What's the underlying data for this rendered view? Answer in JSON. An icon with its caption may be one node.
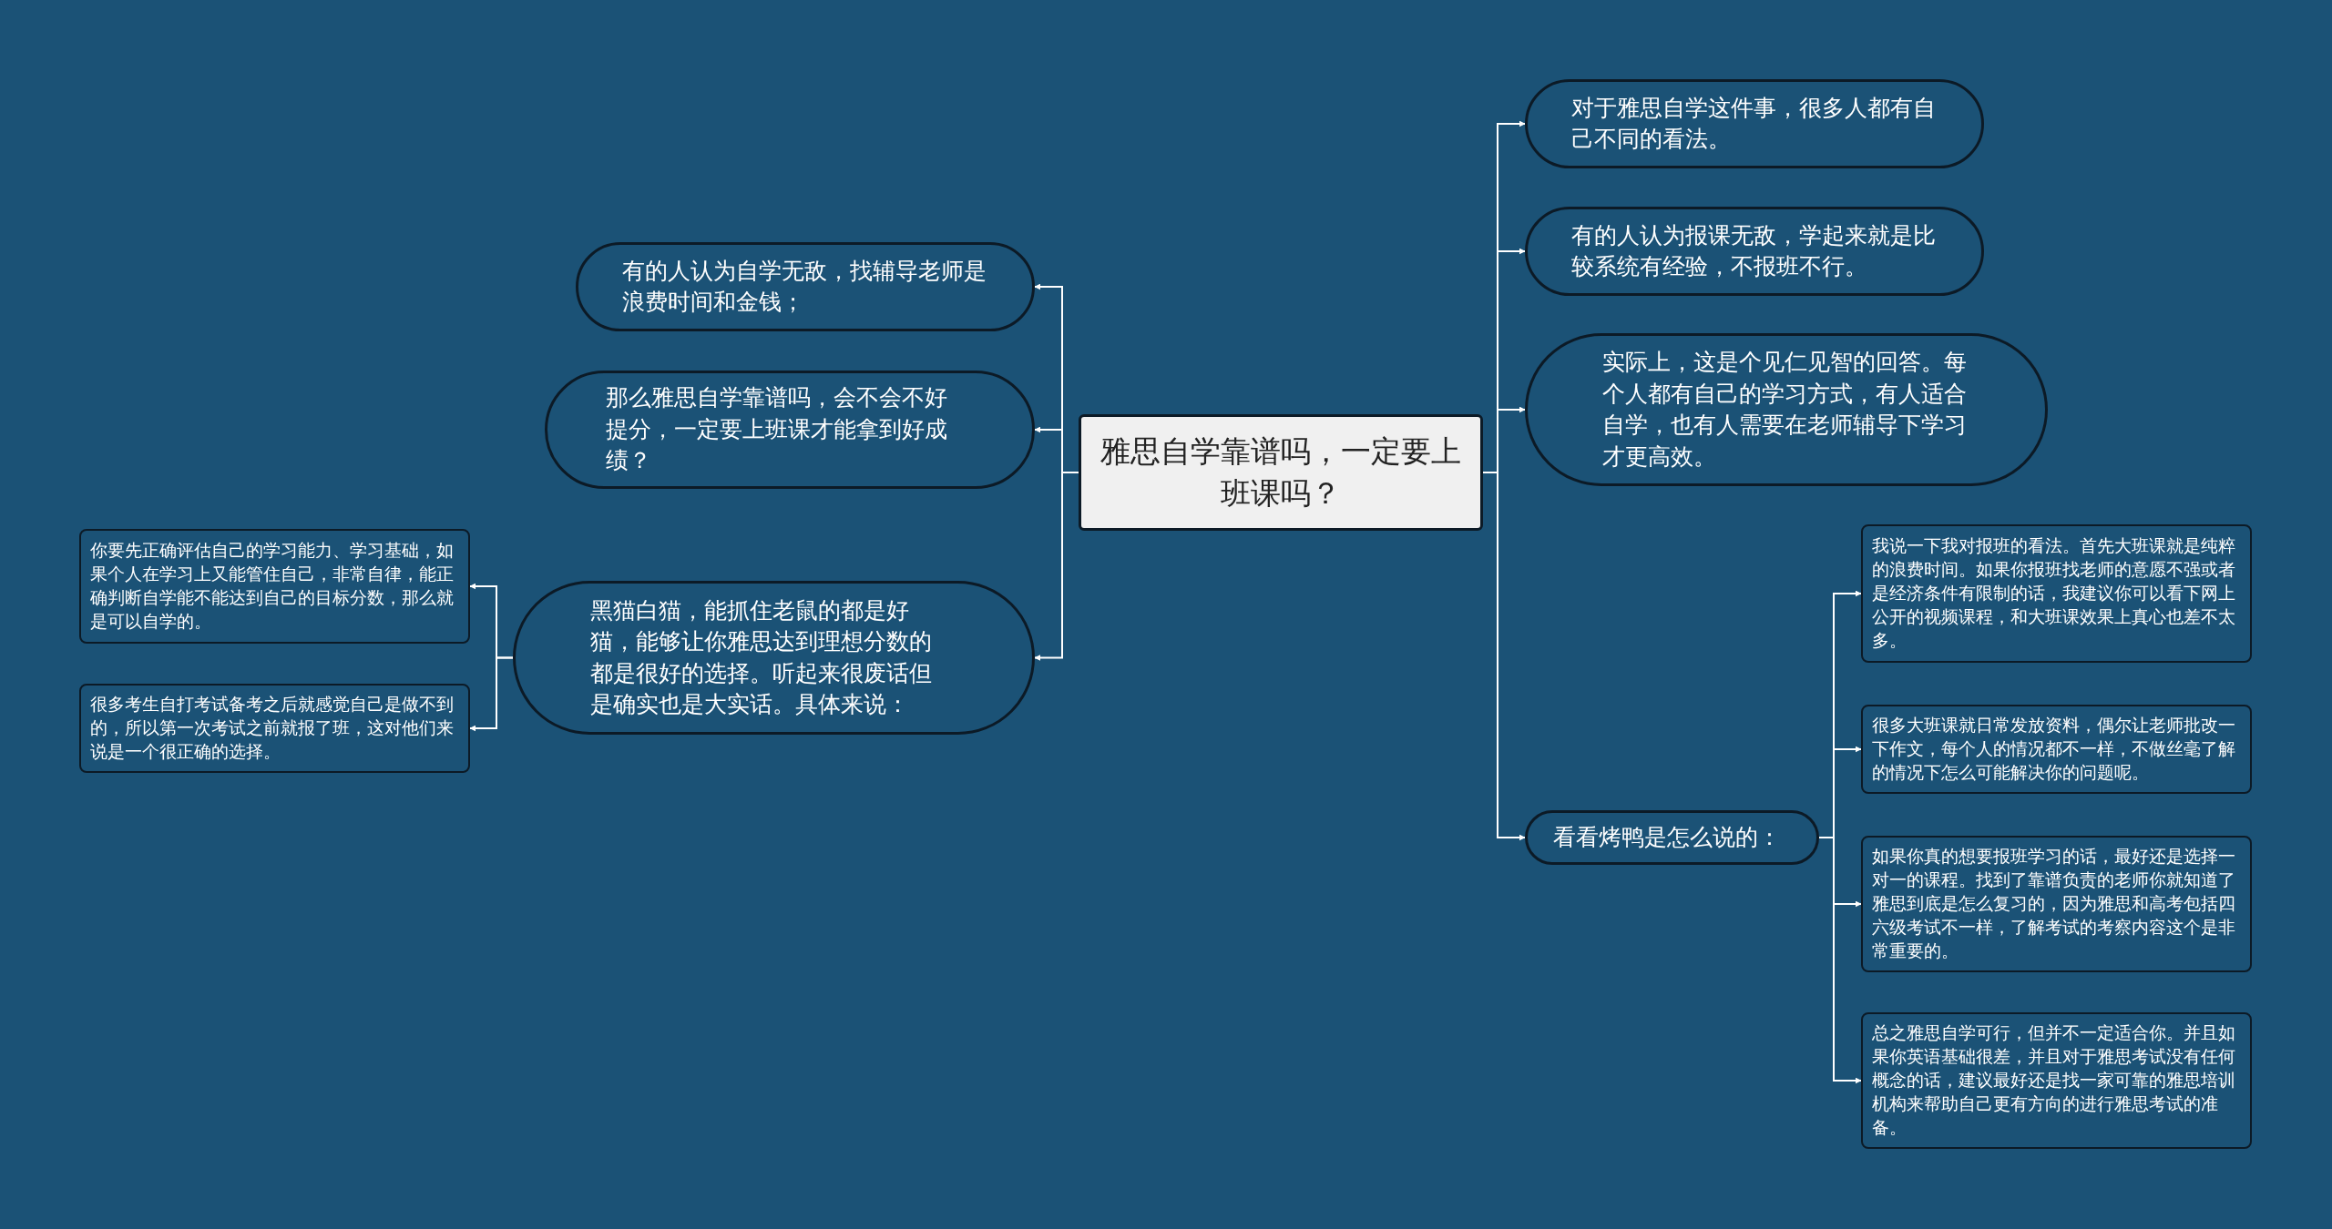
{
  "diagram": {
    "nodes": [
      {
        "text": [
          "雅思自学靠谱吗，一定要上班课吗？"
        ]
      },
      {
        "text": [
          "有的人认为自学无敌，找辅导老师是浪费时间和金钱；"
        ]
      },
      {
        "text": [
          "那么雅思自学靠谱吗，会不会不好提分，一定要上班课才能拿到好成绩？"
        ]
      },
      {
        "text": [
          "黑猫白猫，能抓住老鼠的都是好猫，能够让你雅思达到理想分数的都是很好的选择。听起来很废话但是确实也是大实话。具体来说："
        ]
      },
      {
        "text": [
          "你要先正确评估自己的学习能力、学习基础，如果个人在学习上又能管住自己，非常自律，能正确判断自学能不能达到自己的目标分数，那么就是可以自学的。"
        ]
      },
      {
        "text": [
          "很多考生自打考试备考之后就感觉自己是做不到的，所以第一次考试之前就报了班，这对他们来说是一个很正确的选择。"
        ]
      },
      {
        "text": [
          "对于雅思自学这件事，很多人都有自己不同的看法。"
        ]
      },
      {
        "text": [
          "有的人认为报课无敌，学起来就是比较系统有经验，不报班不行。"
        ]
      },
      {
        "text": [
          "实际上，这是个见仁见智的回答。每个人都有自己的学习方式，有人适合自学，也有人需要在老师辅导下学习才更高效。"
        ]
      },
      {
        "text": [
          "看看烤鸭是怎么说的："
        ]
      },
      {
        "text": [
          "我说一下我对报班的看法。首先大班课就是纯粹的浪费时间。如果你报班找老师的意愿不强或者是经济条件有限制的话，我建议你可以看下网上公开的视频课程，和大班课效果上真心也差不太多。"
        ]
      },
      {
        "text": [
          "很多大班课就日常发放资料，偶尔让老师批改一下作文，每个人的情况都不一样，不做丝毫了解的情况下怎么可能解决你的问题呢。"
        ]
      },
      {
        "text": [
          "如果你真的想要报班学习的话，最好还是选择一对一的课程。找到了靠谱负责的老师你就知道了雅思到底是怎么复习的，因为雅思和高考包括四六级考试不一样，了解考试的考察内容这个是非常重要的。"
        ]
      },
      {
        "text": [
          "总之雅思自学可行，但并不一定适合你。并且如果你英语基础很差，并且对于雅思考试没有任何概念的话，建议最好还是找一家可靠的雅思培训机构来帮助自己更有方向的进行雅思考试的准备。"
        ]
      }
    ],
    "edges": [
      {
        "from": 0,
        "to": 1,
        "arrow": "to"
      },
      {
        "from": 0,
        "to": 2,
        "arrow": "to"
      },
      {
        "from": 0,
        "to": 3,
        "arrow": "to"
      },
      {
        "from": 3,
        "to": 4,
        "arrow": "to"
      },
      {
        "from": 3,
        "to": 5,
        "arrow": "to"
      },
      {
        "from": 0,
        "to": 6,
        "arrow": "to"
      },
      {
        "from": 0,
        "to": 7,
        "arrow": "to"
      },
      {
        "from": 0,
        "to": 8,
        "arrow": "to"
      },
      {
        "from": 0,
        "to": 9,
        "arrow": "to"
      },
      {
        "from": 9,
        "to": 10,
        "arrow": "to"
      },
      {
        "from": 9,
        "to": 11,
        "arrow": "to"
      },
      {
        "from": 9,
        "to": 12,
        "arrow": "to"
      },
      {
        "from": 9,
        "to": 13,
        "arrow": "to"
      }
    ]
  }
}
